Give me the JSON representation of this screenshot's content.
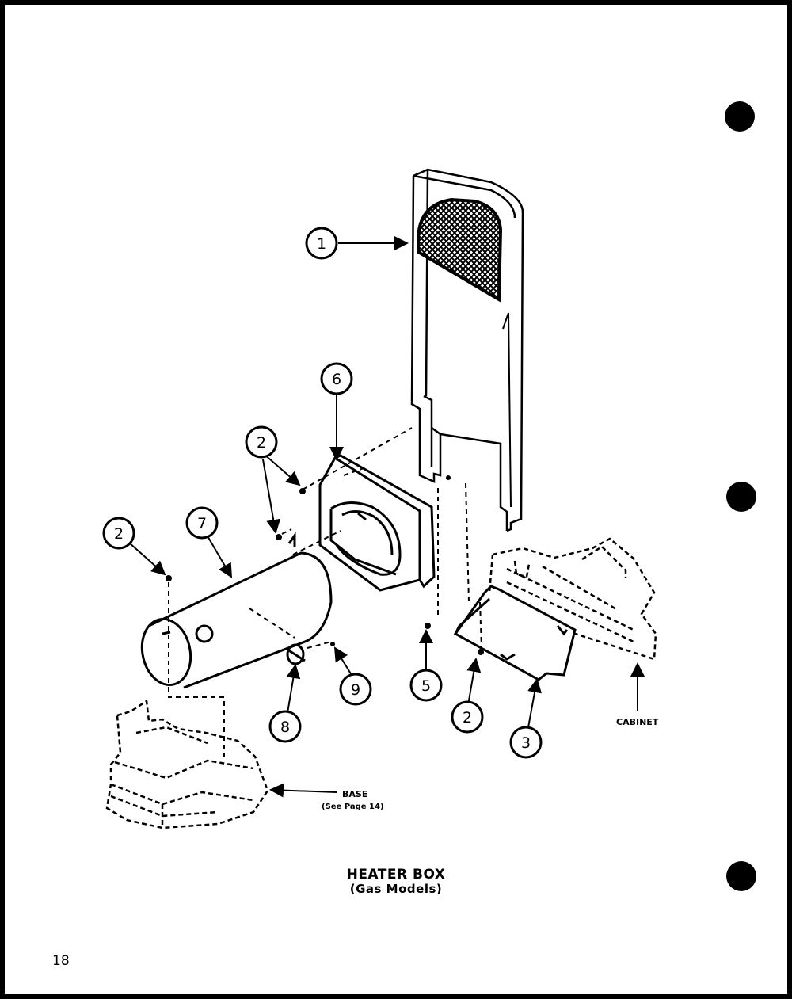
{
  "callouts": [
    {
      "id": "c1",
      "label": "1"
    },
    {
      "id": "c2a",
      "label": "2"
    },
    {
      "id": "c2b",
      "label": "2"
    },
    {
      "id": "c2c",
      "label": "2"
    },
    {
      "id": "c3",
      "label": "3"
    },
    {
      "id": "c5",
      "label": "5"
    },
    {
      "id": "c6",
      "label": "6"
    },
    {
      "id": "c7",
      "label": "7"
    },
    {
      "id": "c8",
      "label": "8"
    },
    {
      "id": "c9",
      "label": "9"
    }
  ],
  "labels": {
    "base": "BASE",
    "base_ref": "(See Page 14)",
    "cabinet": "CABINET"
  },
  "caption": {
    "title": "HEATER BOX",
    "subtitle": "(Gas Models)"
  },
  "page_number": "18"
}
